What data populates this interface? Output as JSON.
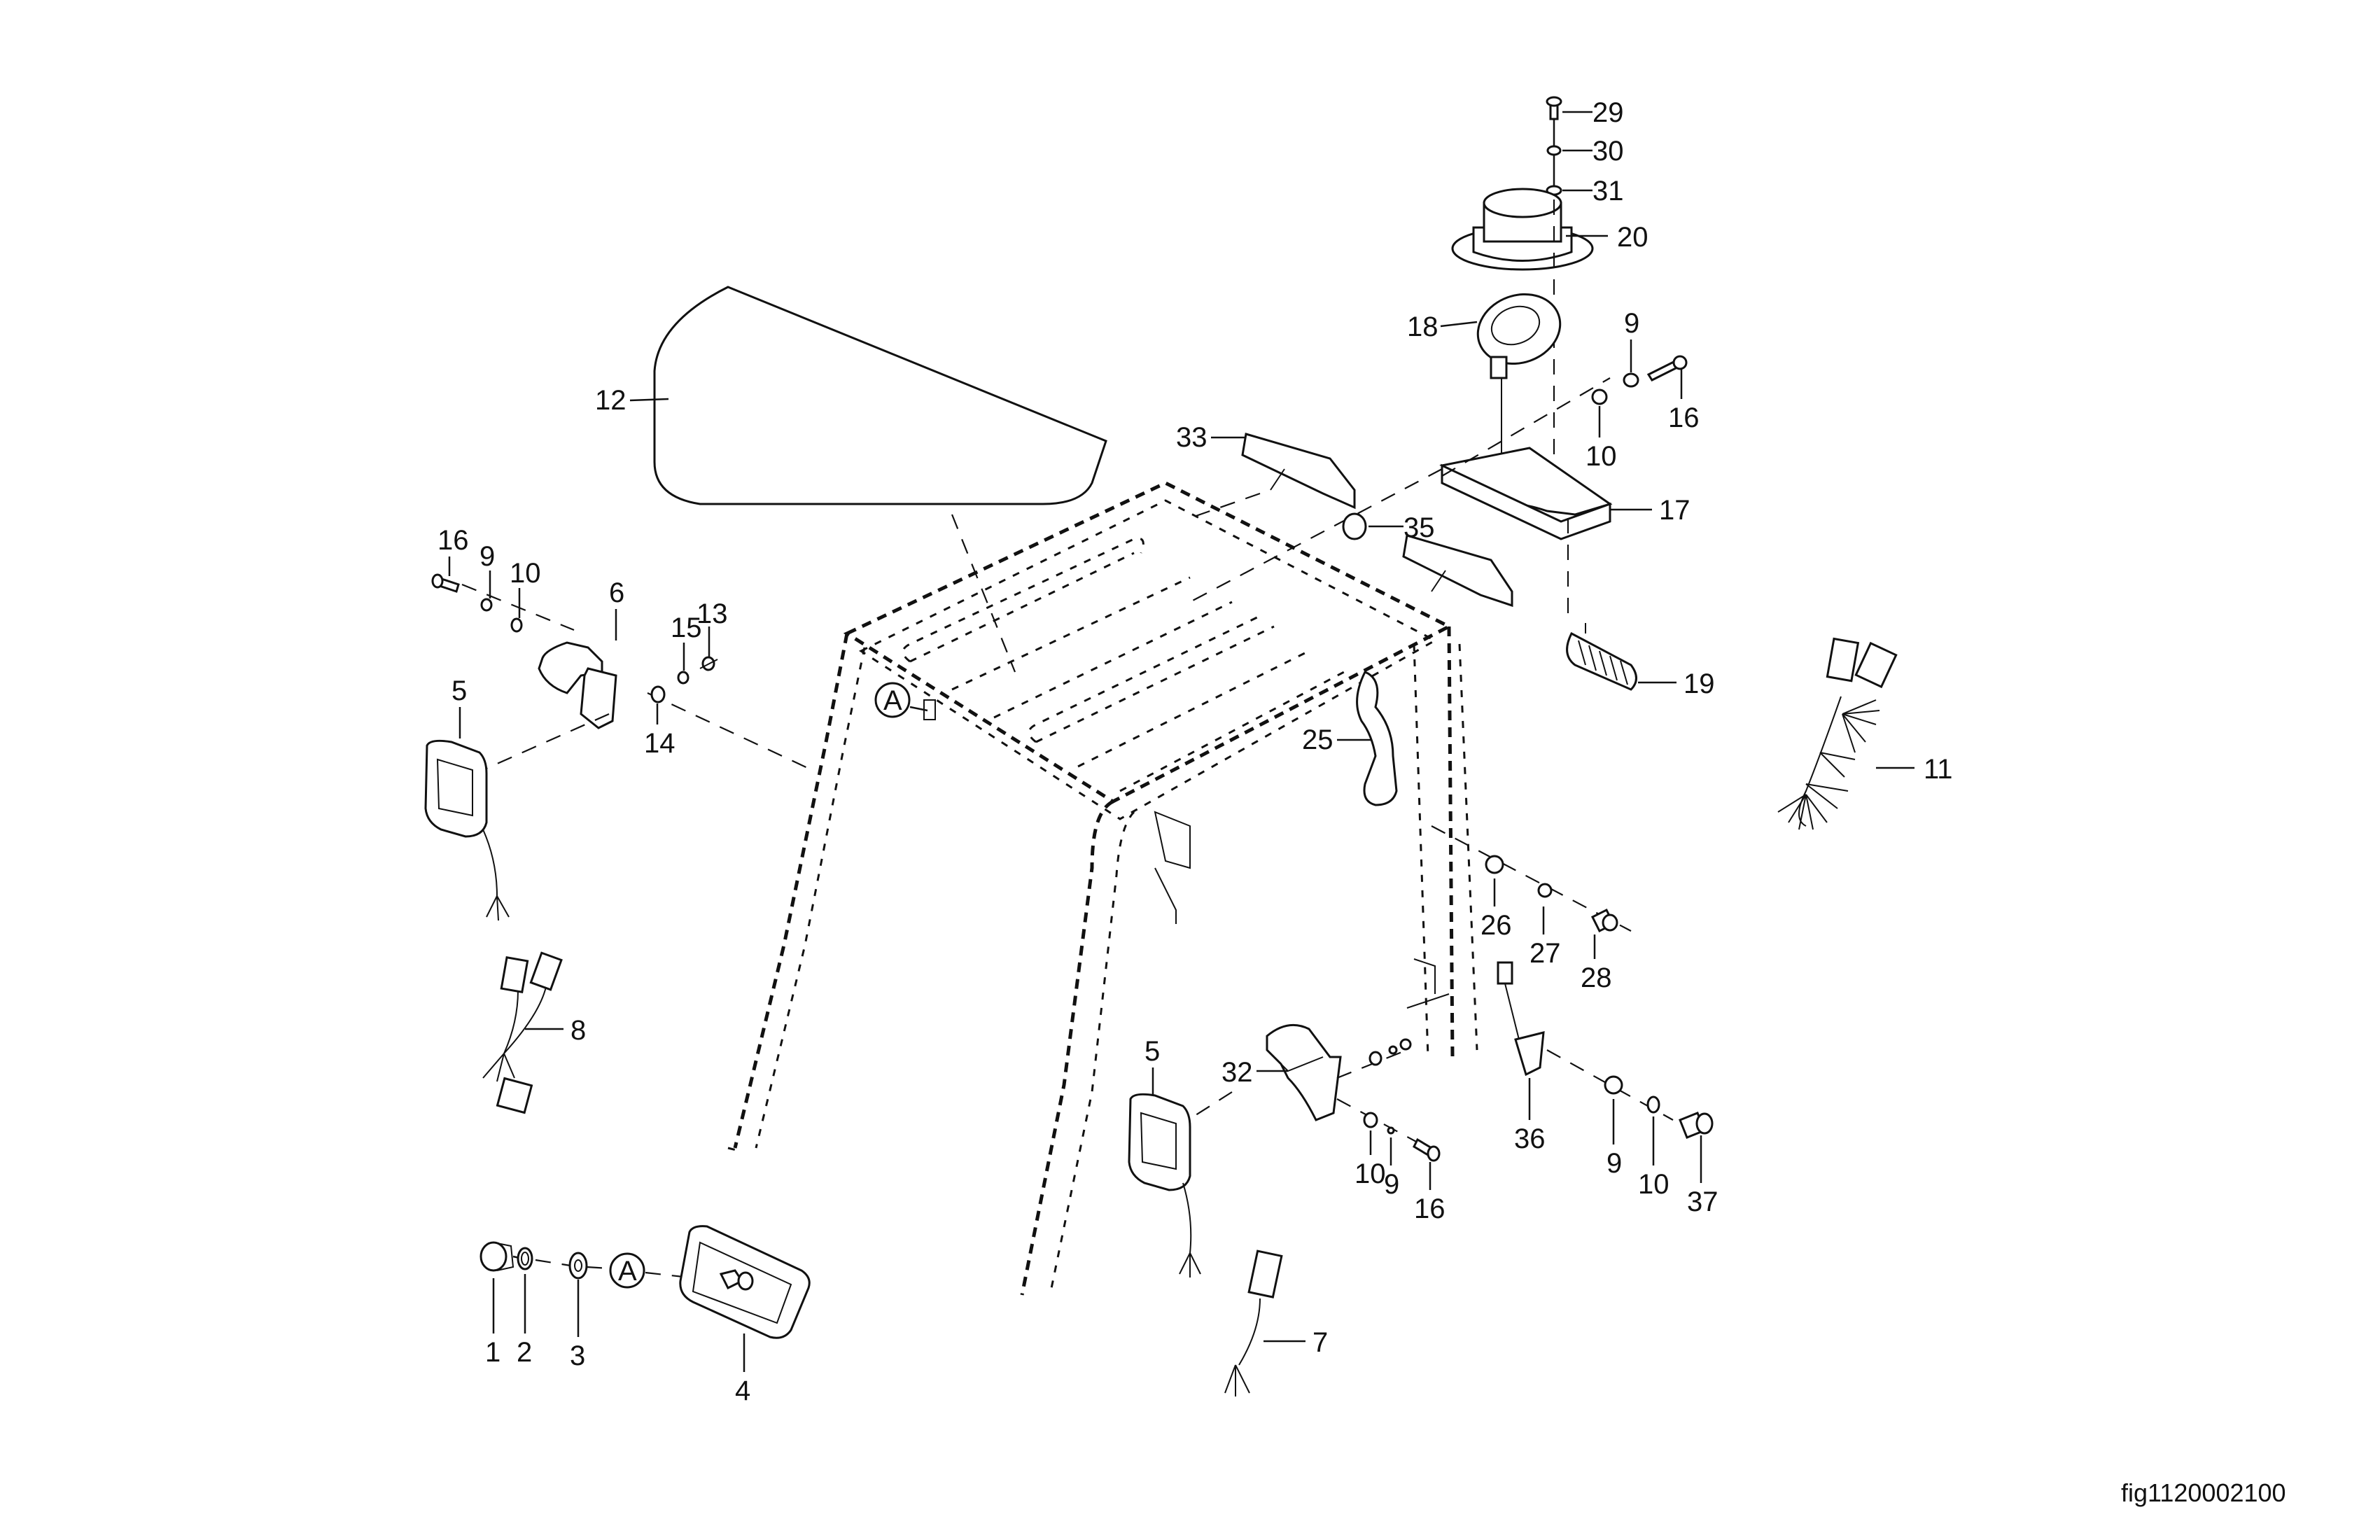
{
  "figure": {
    "id_label": "fig1120002100",
    "description": "Exploded parts diagram: overhead guard lighting assembly"
  },
  "callouts": {
    "c1": "1",
    "c2": "2",
    "c3": "3",
    "c4": "4",
    "c5a": "5",
    "c5b": "5",
    "c6": "6",
    "c7": "7",
    "c8": "8",
    "c9a": "9",
    "c9b": "9",
    "c9c": "9",
    "c9d": "9",
    "c10a": "10",
    "c10b": "10",
    "c10c": "10",
    "c10d": "10",
    "c11": "11",
    "c12": "12",
    "c13": "13",
    "c14": "14",
    "c15": "15",
    "c16a": "16",
    "c16b": "16",
    "c16c": "16",
    "c17": "17",
    "c18": "18",
    "c19": "19",
    "c20": "20",
    "c25": "25",
    "c26": "26",
    "c27": "27",
    "c28": "28",
    "c29": "29",
    "c30": "30",
    "c31": "31",
    "c32": "32",
    "c33": "33",
    "c35": "35",
    "c36": "36",
    "c37": "37"
  },
  "reference_markers": {
    "detail_a_1": "A",
    "detail_a_2": "A"
  }
}
